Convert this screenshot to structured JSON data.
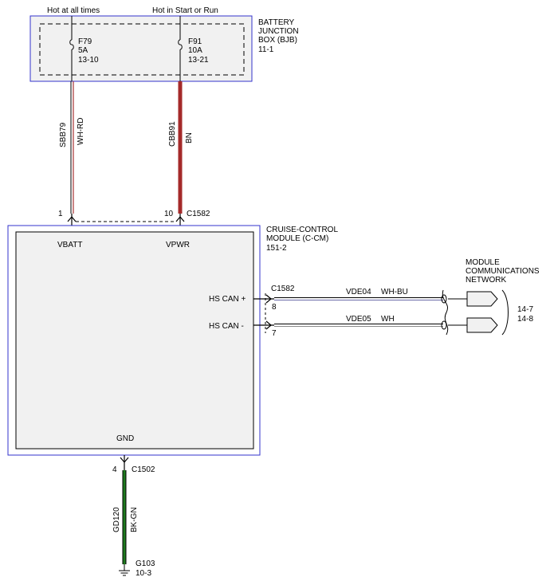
{
  "colors": {
    "box_border": "#3333cc",
    "box_fill": "#f1f1f1",
    "wire_wh_rd": "#a83232",
    "wire_bn": "#a52a2a",
    "wire_bk_gn": "#1e7a1e"
  },
  "header": {
    "hot_at_all_times": "Hot at all times",
    "hot_in_start_or_run": "Hot in Start or Run"
  },
  "bjb": {
    "title_lines": [
      "BATTERY",
      "JUNCTION",
      "BOX (BJB)"
    ],
    "ref": "11-1",
    "fuse_f79": {
      "id": "F79",
      "rating": "5A",
      "ref": "13-10"
    },
    "fuse_f91": {
      "id": "F91",
      "rating": "10A",
      "ref": "13-21"
    }
  },
  "wires": {
    "sbb79": {
      "circuit": "SBB79",
      "color": "WH-RD"
    },
    "cbb91": {
      "circuit": "CBB91",
      "color": "BN"
    },
    "vde04": {
      "circuit": "VDE04",
      "color": "WH-BU"
    },
    "vde05": {
      "circuit": "VDE05",
      "color": "WH"
    },
    "gd120": {
      "circuit": "GD120",
      "color": "BK-GN"
    }
  },
  "connectors": {
    "top": {
      "name": "C1582",
      "pin_vbatt": "1",
      "pin_vpwr": "10"
    },
    "right": {
      "name": "C1582",
      "pin_can_plus": "8",
      "pin_can_minus": "7"
    },
    "bottom": {
      "name": "C1502",
      "pin_gnd": "4"
    }
  },
  "ccm": {
    "title_lines": [
      "CRUISE-CONTROL",
      "MODULE (C-CM)"
    ],
    "ref": "151-2",
    "pin_vbatt": "VBATT",
    "pin_vpwr": "VPWR",
    "pin_can_plus": "HS CAN +",
    "pin_can_minus": "HS CAN -",
    "pin_gnd": "GND"
  },
  "network": {
    "title_lines": [
      "MODULE",
      "COMMUNICATIONS",
      "NETWORK"
    ],
    "ref_1": "14-7",
    "ref_2": "14-8"
  },
  "ground": {
    "name": "G103",
    "ref": "10-3"
  }
}
